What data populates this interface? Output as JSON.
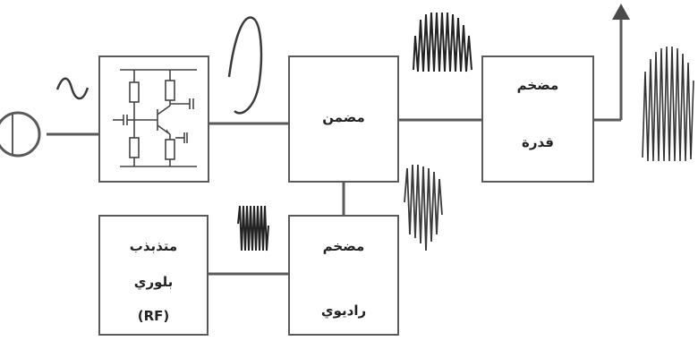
{
  "blocks": {
    "modulator": {
      "label": "مضمن"
    },
    "power_amplifier": {
      "line1": "مضخم",
      "line2": "قدرة"
    },
    "radio_amplifier": {
      "line1": "مضخم",
      "line2": "راديوي"
    },
    "crystal_oscillator": {
      "line1": "متذبذب",
      "line2": "بلوري",
      "line3": "(RF)"
    }
  },
  "icons": [
    "microphone-icon",
    "transistor-amplifier-schematic-icon",
    "antenna-icon"
  ],
  "colors": {
    "line": "#5a5a5a",
    "wave": "#3a3a3a",
    "text": "#222222"
  }
}
